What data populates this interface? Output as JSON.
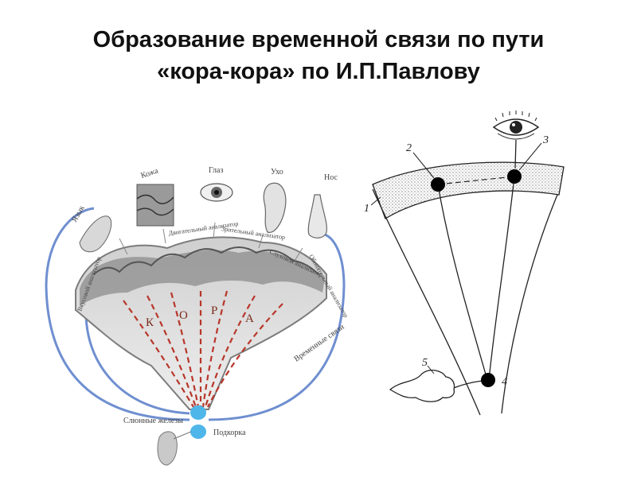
{
  "title": {
    "line1": "Образование временной связи по пути",
    "line2": "«кора-кора» по И.П.Павлову"
  },
  "left_diagram": {
    "organs": {
      "tongue": "Язык",
      "skin": "Кожа",
      "eye": "Глаз",
      "ear": "Ухо",
      "nose": "Нос"
    },
    "analyzers": {
      "taste": "Вкусовой анализатор",
      "motor": "Двигательный анализатор",
      "visual": "Зрительный анализатор",
      "auditory": "Слуховой анализатор",
      "olfactory": "Обонятельный анализатор"
    },
    "cortex_letters": [
      "К",
      "О",
      "Р",
      "А"
    ],
    "temporal_links": "Временные связи",
    "salivary_gland": "Слюнные железы",
    "subcortex": "Подкорка"
  },
  "right_diagram": {
    "markers": [
      "1",
      "2",
      "3",
      "4",
      "5"
    ]
  },
  "colors": {
    "blue_loop": "#6f8fd0",
    "dashed_red": "#b8362a",
    "node_blue": "#4fb6ea",
    "cortex_gray": "#8c8c8c"
  }
}
